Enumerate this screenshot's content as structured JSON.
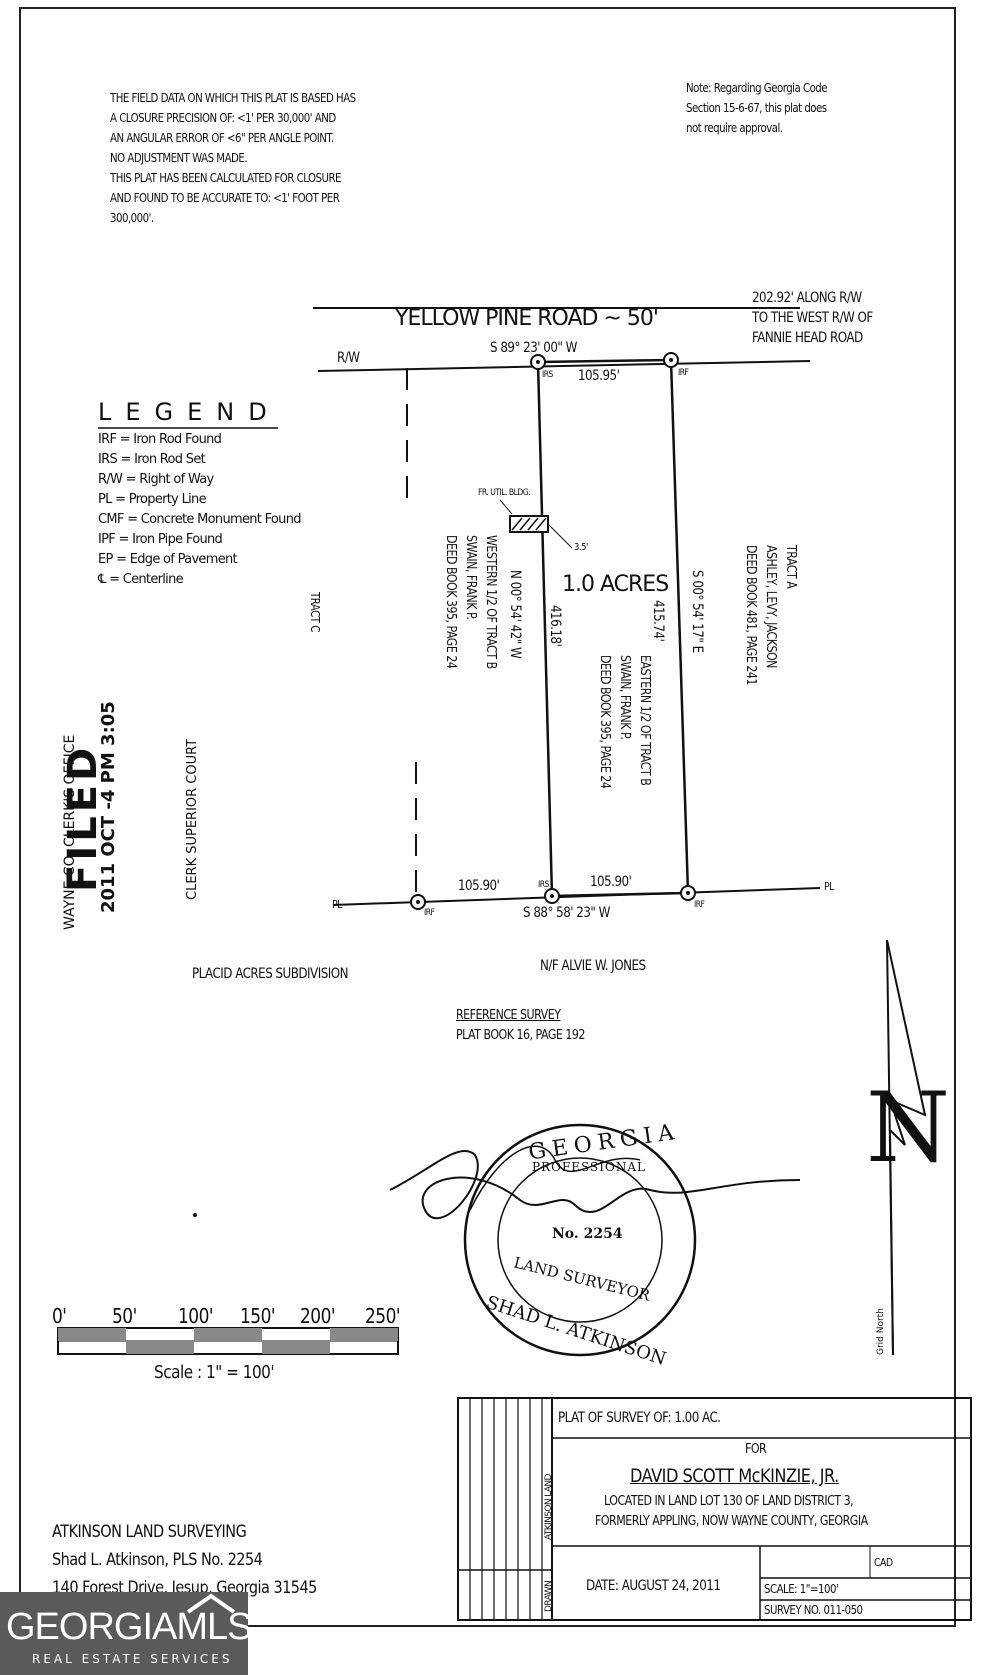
{
  "notes": {
    "field_data": [
      "THE FIELD DATA ON WHICH THIS PLAT IS BASED HAS",
      "A CLOSURE PRECISION OF: <1' PER 30,000' AND",
      "AN ANGULAR ERROR OF <6\" PER ANGLE POINT.",
      "NO ADJUSTMENT WAS MADE.",
      "THIS PLAT HAS BEEN CALCULATED FOR CLOSURE",
      "AND FOUND TO BE ACCURATE TO: <1' FOOT PER",
      "300,000'."
    ],
    "code_note": [
      "Note: Regarding Georgia Code",
      "Section 15-6-67, this plat does",
      "not require approval."
    ]
  },
  "road": {
    "name": "YELLOW PINE ROAD ~ 50'",
    "rw_label": "R/W",
    "north_bearing": "S 89° 23' 00\" W",
    "north_distance": "105.95'",
    "along": [
      "202.92' ALONG R/W",
      "TO THE WEST R/W OF",
      "FANNIE HEAD ROAD"
    ]
  },
  "legend": {
    "title": "LEGEND",
    "items": [
      "IRF = Iron Rod Found",
      "IRS = Iron Rod Set",
      "R/W = Right of Way",
      "PL = Property Line",
      "CMF = Concrete Monument Found",
      "IPF = Iron Pipe Found",
      "EP = Edge of Pavement",
      "℄ = Centerline"
    ]
  },
  "parcel": {
    "area": "1.0 ACRES",
    "west_bearing": "N 00° 54' 42\" W",
    "west_distance": "416.18'",
    "east_bearing": "S 00° 54' 17\" E",
    "east_distance": "415.74'",
    "inside": [
      "EASTERN 1/2 OF TRACT B",
      "SWAIN, FRANK P.",
      "DEED BOOK 395, PAGE 24"
    ],
    "west_adj": [
      "WESTERN 1/2 OF TRACT B",
      "SWAIN, FRANK P.",
      "DEED BOOK 395, PAGE 24"
    ],
    "east_adj": [
      "TRACT A",
      "ASHLEY, LEVY, JACKSON",
      "DEED BOOK 481, PAGE 241"
    ],
    "tract_c": "TRACT C",
    "bldg": "FR. UTIL. BLDG.",
    "bldg_offset": "3.5'",
    "south_bearing": "S 88° 58' 23\" W",
    "south_left": "105.90'",
    "south_right": "105.90'",
    "pl_left": "PL",
    "pl_right": "PL",
    "irs": "IRS",
    "irf": "IRF"
  },
  "south_adj": {
    "subdivision": "PLACID ACRES SUBDIVISION",
    "owner": "N/F ALVIE W. JONES"
  },
  "reference": {
    "title": "REFERENCE SURVEY",
    "detail": "PLAT BOOK 16, PAGE 192"
  },
  "stamp_filed": {
    "filed": "FILED",
    "office": "WAYNE CO. CLERK'S OFFICE",
    "date": "2011 OCT -4 PM 3:05",
    "court": "CLERK SUPERIOR COURT"
  },
  "seal": {
    "state": "GEORGIA",
    "professional": "PROFESSIONAL",
    "number": "No. 2254",
    "land_surveyor": "LAND SURVEYOR",
    "name": "SHAD L. ATKINSON"
  },
  "north_arrow": {
    "letter": "N",
    "caption": "Grid North"
  },
  "scale": {
    "ticks": [
      "0'",
      "50'",
      "100'",
      "150'",
      "200'",
      "250'"
    ],
    "caption": "Scale : 1\" = 100'"
  },
  "surveyor": {
    "firm": "ATKINSON LAND SURVEYING",
    "name": "Shad L. Atkinson, PLS No. 2254",
    "address": "140 Forest Drive, Jesup, Georgia 31545"
  },
  "title_block": {
    "plat_of": "PLAT OF SURVEY OF: 1.00 AC.",
    "for": "FOR",
    "client": "DAVID SCOTT McKINZIE, JR.",
    "location1": "LOCATED IN LAND LOT 130 OF LAND DISTRICT 3,",
    "location2": "FORMERLY APPLING, NOW WAYNE COUNTY, GEORGIA",
    "side_label": "ATKINSON LAND",
    "drawn_label": "DRAWN",
    "date": "DATE: AUGUST 24, 2011",
    "scale": "SCALE: 1\"=100'",
    "survey_no": "SURVEY NO. 011-050",
    "cad": "CAD"
  },
  "watermark": {
    "brand": "GEORGIAMLS",
    "tagline": "REAL ESTATE SERVICES"
  }
}
